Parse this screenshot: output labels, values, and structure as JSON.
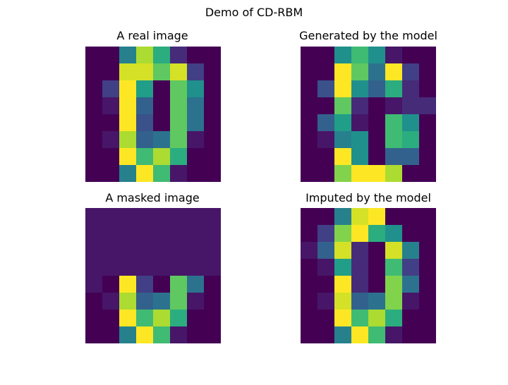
{
  "title": "Demo of CD-RBM",
  "colormap": "viridis",
  "chart_data": [
    {
      "type": "heatmap",
      "title": "A real image",
      "xlabel": "",
      "ylabel": "",
      "value_range": [
        0,
        16
      ],
      "values": [
        [
          0,
          0,
          7,
          14,
          10,
          2,
          0,
          0
        ],
        [
          0,
          0,
          15,
          15,
          12,
          15,
          3,
          0
        ],
        [
          0,
          3,
          16,
          9,
          0,
          12,
          8,
          0
        ],
        [
          0,
          1,
          16,
          5,
          0,
          12,
          6,
          0
        ],
        [
          0,
          0,
          16,
          4,
          0,
          12,
          6,
          0
        ],
        [
          0,
          1,
          14,
          5,
          6,
          12,
          1,
          0
        ],
        [
          0,
          0,
          16,
          11,
          14,
          10,
          0,
          0
        ],
        [
          0,
          0,
          7,
          16,
          11,
          1,
          0,
          0
        ]
      ]
    },
    {
      "type": "heatmap",
      "title": "Generated by the model",
      "xlabel": "",
      "ylabel": "",
      "value_range": [
        0,
        16
      ],
      "values": [
        [
          0,
          0,
          8,
          11,
          8,
          1,
          0,
          0
        ],
        [
          0,
          0,
          16,
          12,
          6,
          16,
          3,
          0
        ],
        [
          0,
          4,
          16,
          8,
          5,
          10,
          2,
          0
        ],
        [
          0,
          0,
          12,
          2,
          0,
          1,
          2,
          2
        ],
        [
          0,
          5,
          9,
          1,
          0,
          11,
          8,
          0
        ],
        [
          0,
          1,
          7,
          8,
          0,
          11,
          10,
          0
        ],
        [
          0,
          0,
          16,
          8,
          0,
          5,
          5,
          0
        ],
        [
          0,
          0,
          13,
          16,
          16,
          14,
          0,
          0
        ]
      ]
    },
    {
      "type": "heatmap",
      "title": "A masked image",
      "xlabel": "",
      "ylabel": "",
      "value_range": [
        0,
        16
      ],
      "values": [
        [
          1,
          1,
          1,
          1,
          1,
          1,
          1,
          1
        ],
        [
          1,
          1,
          1,
          1,
          1,
          1,
          1,
          1
        ],
        [
          1,
          1,
          1,
          1,
          1,
          1,
          1,
          1
        ],
        [
          1,
          1,
          1,
          1,
          1,
          1,
          1,
          1
        ],
        [
          1,
          0,
          16,
          3,
          0,
          12,
          6,
          0
        ],
        [
          0,
          1,
          14,
          5,
          6,
          12,
          1,
          0
        ],
        [
          0,
          0,
          16,
          11,
          14,
          10,
          0,
          0
        ],
        [
          0,
          0,
          7,
          16,
          11,
          1,
          0,
          0
        ]
      ]
    },
    {
      "type": "heatmap",
      "title": "Imputed by the model",
      "xlabel": "",
      "ylabel": "",
      "value_range": [
        0,
        16
      ],
      "values": [
        [
          0,
          0,
          7,
          15,
          16,
          0,
          0,
          0
        ],
        [
          0,
          3,
          13,
          16,
          10,
          8,
          0,
          0
        ],
        [
          1,
          5,
          15,
          2,
          0,
          15,
          7,
          0
        ],
        [
          0,
          1,
          9,
          2,
          0,
          11,
          3,
          0
        ],
        [
          0,
          0,
          16,
          2,
          0,
          13,
          6,
          0
        ],
        [
          0,
          1,
          15,
          5,
          6,
          13,
          1,
          0
        ],
        [
          0,
          0,
          16,
          11,
          14,
          10,
          0,
          0
        ],
        [
          0,
          0,
          7,
          16,
          11,
          1,
          0,
          0
        ]
      ]
    }
  ]
}
